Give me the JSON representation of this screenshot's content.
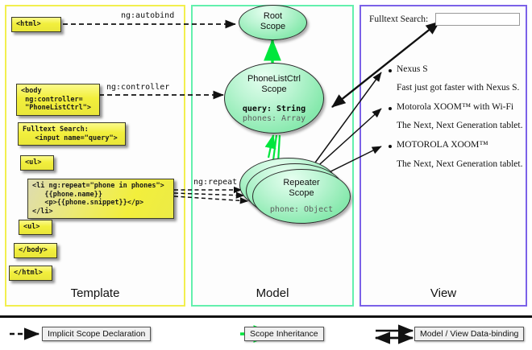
{
  "panels": {
    "template": {
      "label": "Template"
    },
    "model": {
      "label": "Model"
    },
    "view": {
      "label": "View"
    }
  },
  "template_boxes": [
    {
      "name": "html-open",
      "text": "<html>"
    },
    {
      "name": "body-open",
      "text": "<body\n ng:controller=\n \"PhoneListCtrl\">"
    },
    {
      "name": "search",
      "text": "Fulltext Search:\n   <input name=\"query\">"
    },
    {
      "name": "ul-open",
      "text": "<ul>"
    },
    {
      "name": "li-repeat",
      "text": "<li ng:repeat=\"phone in phones\">\n   {{phone.name}}\n   <p>{{phone.snippet}}</p>\n</li>"
    },
    {
      "name": "ul-close",
      "text": "<ul>"
    },
    {
      "name": "body-close",
      "text": "</body>"
    },
    {
      "name": "html-close",
      "text": "</html>"
    }
  ],
  "edge_labels": [
    {
      "name": "ng-autobind",
      "text": "ng:autobind"
    },
    {
      "name": "ng-controller",
      "text": "ng:controller"
    },
    {
      "name": "ng-repeat",
      "text": "ng:repeat"
    }
  ],
  "scopes": {
    "root": {
      "title_line1": "Root",
      "title_line2": "Scope"
    },
    "phonelist": {
      "title_line1": "PhoneListCtrl",
      "title_line2": "Scope",
      "prop1": "query: String",
      "prop2": "phones: Array"
    },
    "repeater": {
      "title_line1": "Repeater",
      "title_line2": "Scope",
      "prop1": "phone: Object"
    }
  },
  "view": {
    "search_label": "Fulltext Search:",
    "search_value": "",
    "items": [
      {
        "name": "Nexus S",
        "snippet": "Fast just got faster with Nexus S."
      },
      {
        "name": "Motorola XOOM™  with Wi-Fi",
        "snippet": "The Next, Next Generation tablet."
      },
      {
        "name": "MOTOROLA XOOM™",
        "snippet": "The Next, Next Generation tablet."
      }
    ]
  },
  "legend": [
    {
      "name": "implicit-scope-declaration",
      "label": "Implicit Scope Declaration",
      "style": "dashed-black"
    },
    {
      "name": "scope-inheritance",
      "label": "Scope Inheritance",
      "style": "solid-green"
    },
    {
      "name": "model-view-data-binding",
      "label": "Model / View Data-binding",
      "style": "double-black"
    }
  ],
  "colors": {
    "template_border": "#f2ef4e",
    "model_border": "#63f0ad",
    "view_border": "#7b61e8",
    "inheritance_green": "#00e63c",
    "code_yellow": "#f2ef3c",
    "scope_green": "#87e9ad"
  }
}
